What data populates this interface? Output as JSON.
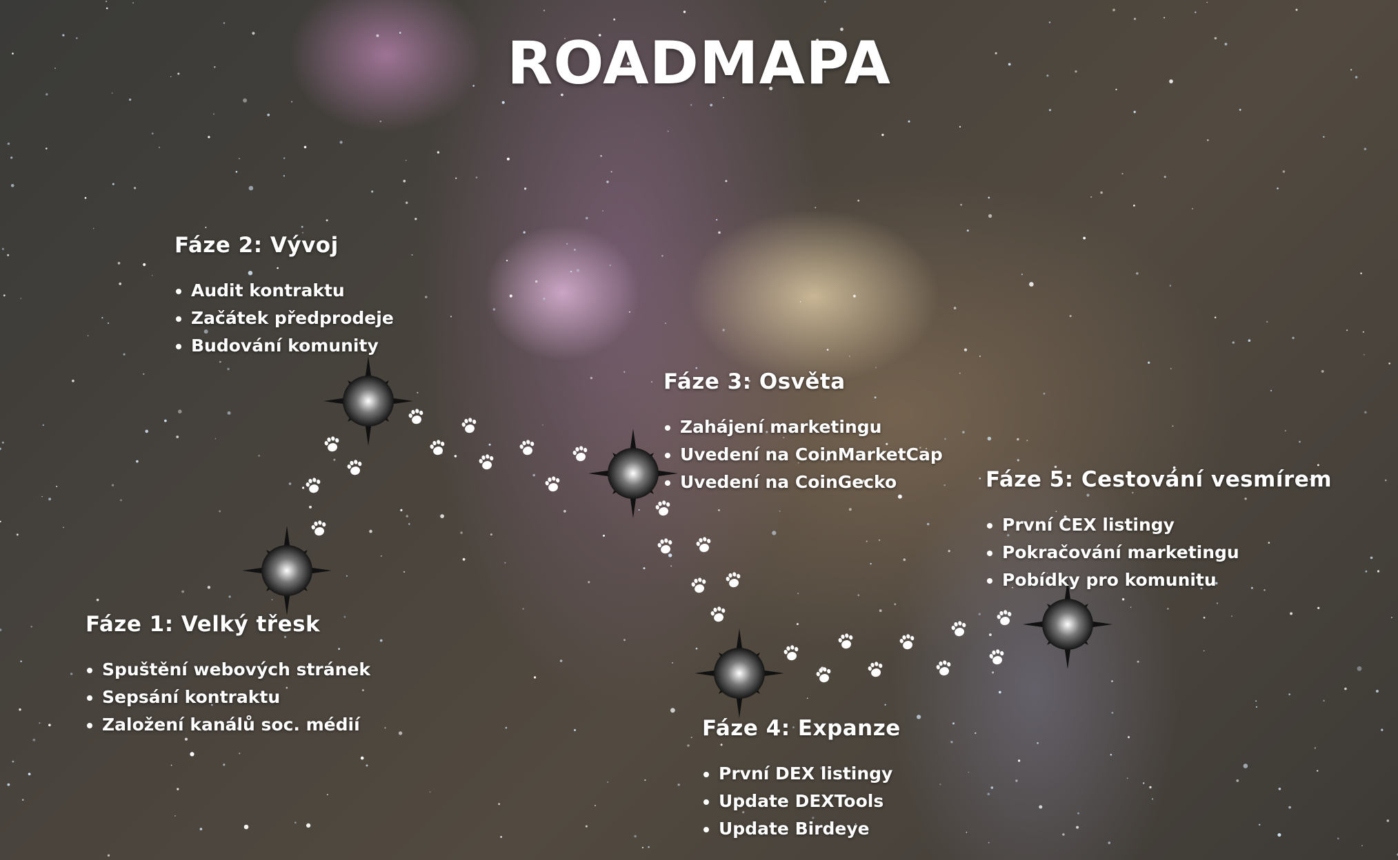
{
  "title": "ROADMAPA",
  "phases": [
    {
      "heading": "Fáze 1: Velký třesk",
      "items": [
        "Spuštění webových stránek",
        "Sepsání kontraktu",
        "Založení kanálů soc. médií"
      ]
    },
    {
      "heading": "Fáze 2: Vývoj",
      "items": [
        "Audit kontraktu",
        "Začátek předprodeje",
        "Budování komunity"
      ]
    },
    {
      "heading": "Fáze 3: Osvěta",
      "items": [
        "Zahájení marketingu",
        "Uvedení na CoinMarketCap",
        "Uvedení na CoinGecko"
      ]
    },
    {
      "heading": "Fáze 4: Expanze",
      "items": [
        "První DEX listingy",
        "Update DEXTools",
        "Update Birdeye"
      ]
    },
    {
      "heading": "Fáze 5: Cestování vesmírem",
      "items": [
        "První CEX listingy",
        "Pokračování marketingu",
        "Pobídky pro komunitu"
      ]
    }
  ],
  "icons": {
    "node": "spiked-sphere-icon",
    "trail": "paw-print-icon"
  }
}
